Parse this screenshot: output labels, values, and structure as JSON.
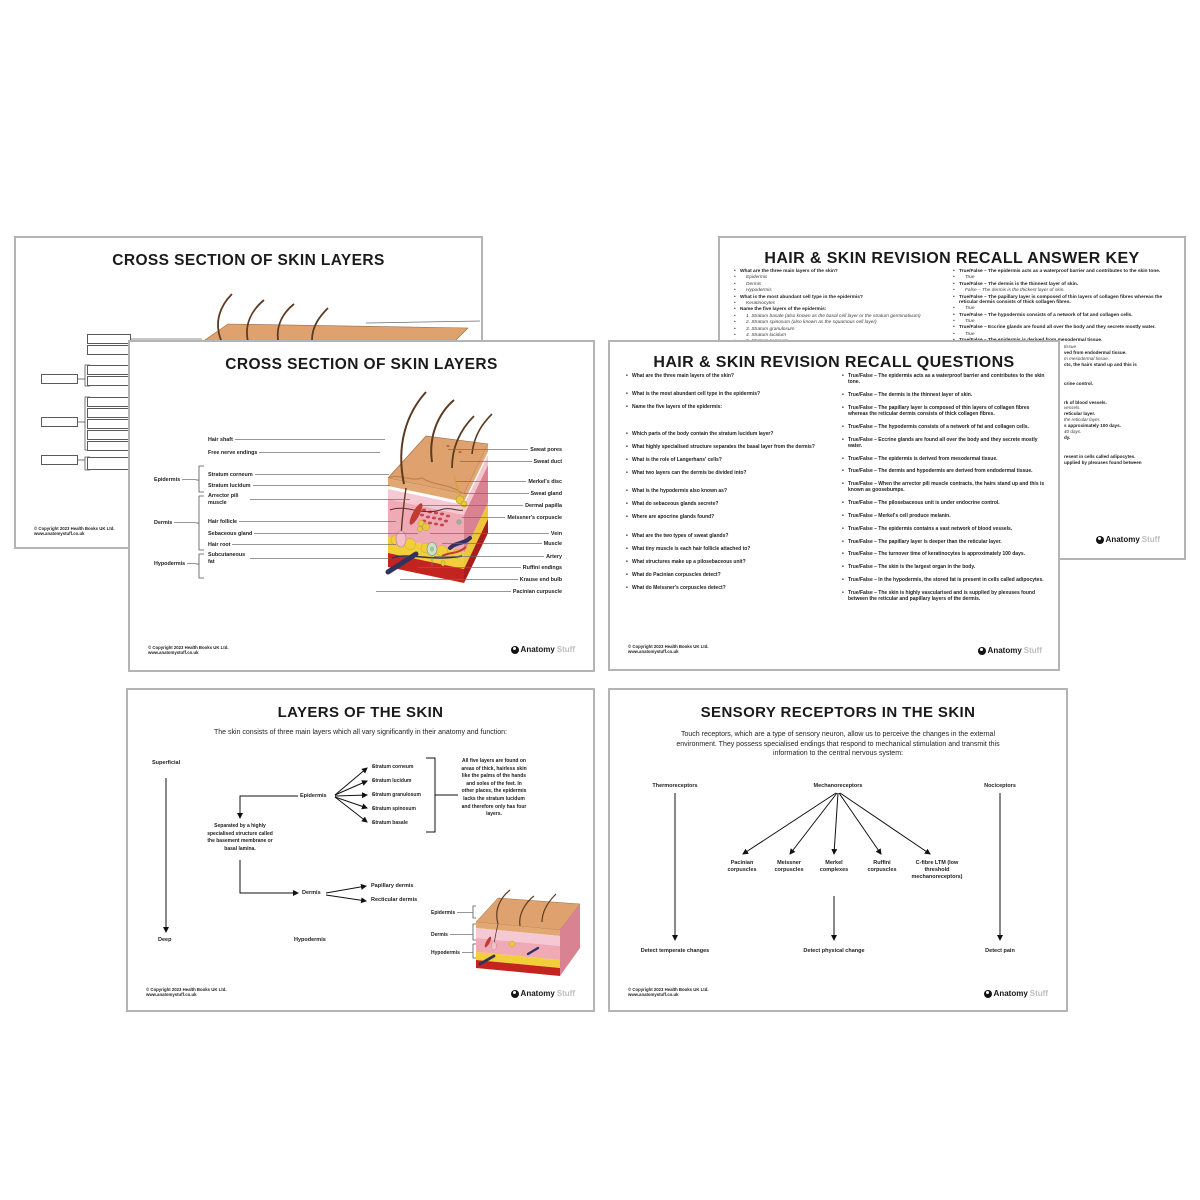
{
  "brand": {
    "logo_anatomy": "Anatomy",
    "logo_stuff": "Stuff"
  },
  "footer": {
    "copyright_line1": "© Copyright 2023 Health Books UK Ltd.",
    "copyright_line2": "www.anatomystuff.co.uk"
  },
  "colors": {
    "page_border": "#b4b4b4",
    "title_text": "#1a1a1a",
    "skin_top_tan": "#dfa26e",
    "epidermis_pink": "#f5c9d3",
    "dermis_pink": "#f0aab6",
    "dermis_side_pink": "#d98392",
    "fat_yellow": "#f2cf3a",
    "base_red": "#c3241f",
    "hair_brown": "#5d3b22",
    "vessel_navy": "#32325e",
    "logo_grey": "#bdbdbd"
  },
  "pages": {
    "blank_worksheet": {
      "title": "CROSS SECTION OF SKIN LAYERS"
    },
    "answer_key": {
      "title": "HAIR & SKIN REVISION RECALL ANSWER KEY",
      "left_items": [
        {
          "text": "What are the three main layers of the skin?",
          "cls": "q"
        },
        {
          "text": "Epidermis",
          "cls": "a"
        },
        {
          "text": "Dermis",
          "cls": "a"
        },
        {
          "text": "Hypodermis",
          "cls": "a"
        },
        {
          "text": "What is the most abundant cell type in the epidermis?",
          "cls": "q"
        },
        {
          "text": "Keratinocytes",
          "cls": "a"
        },
        {
          "text": "Name the five layers of the epidermis:",
          "cls": "q"
        },
        {
          "text": "1. Stratum basale (also known as the basal cell layer or the stratum germinativum)",
          "cls": "a"
        },
        {
          "text": "2. Stratum spinosum (also known as the squamous cell layer)",
          "cls": "a"
        },
        {
          "text": "3. Stratum granulosum",
          "cls": "a"
        },
        {
          "text": "4. Stratum lucidum",
          "cls": "a"
        },
        {
          "text": "5. Stratum corneum",
          "cls": "a"
        }
      ],
      "right_items": [
        {
          "text": "True/False – The epidermis acts as a waterproof barrier and contributes to the skin tone.",
          "cls": "q"
        },
        {
          "text": "True",
          "cls": "a"
        },
        {
          "text": "True/False – The dermis is the thinnest layer of skin.",
          "cls": "q"
        },
        {
          "text": "False – The dermis is the thickest layer of skin.",
          "cls": "a"
        },
        {
          "text": "True/False – The papillary layer is composed of thin layers of collagen fibres whereas the reticular dermis consists of thick collagen fibres.",
          "cls": "q"
        },
        {
          "text": "True",
          "cls": "a"
        },
        {
          "text": "True/False – The hypodermis consists of a network of fat and collagen cells.",
          "cls": "q"
        },
        {
          "text": "True",
          "cls": "a"
        },
        {
          "text": "True/False – Eccrine glands are found all over the body and they secrete mostly water.",
          "cls": "q"
        },
        {
          "text": "True",
          "cls": "a"
        },
        {
          "text": "True/False – The epidermis is derived from mesodermal tissue.",
          "cls": "q"
        }
      ],
      "fragments": [
        {
          "text": "tissue",
          "cls": "a"
        },
        {
          "text": "ved from endodermal tissue.",
          "cls": "q"
        },
        {
          "text": "m mesodermal tissue.",
          "cls": "a"
        },
        {
          "text": "cts, the hairs stand up and this is",
          "cls": "q"
        },
        {
          "text": "crine control.",
          "cls": "q gap"
        },
        {
          "text": "rk of blood vessels.",
          "cls": "q gap"
        },
        {
          "text": "vessels.",
          "cls": "a"
        },
        {
          "text": "reticular layer.",
          "cls": "q"
        },
        {
          "text": "the reticular layer.",
          "cls": "a"
        },
        {
          "text": "s approximately 100 days.",
          "cls": "q"
        },
        {
          "text": "40 days.",
          "cls": "a"
        },
        {
          "text": "dy.",
          "cls": "q"
        },
        {
          "text": "resent in cells called adipocytes.",
          "cls": "q gap"
        },
        {
          "text": "upplied by plexuses found between",
          "cls": "q"
        }
      ]
    },
    "cross_section": {
      "title": "CROSS SECTION OF SKIN LAYERS",
      "group_labels": [
        "Epidermis",
        "Dermis",
        "Hypodermis"
      ],
      "left_labels": [
        "Hair shaft",
        "Free nerve endings",
        "Stratum corneum",
        "Stratum lucidum",
        "Arrector pili muscle",
        "Hair follicle",
        "Sebaceous gland",
        "Hair root",
        "Subcutaneous fat"
      ],
      "right_labels": [
        "Sweat pores",
        "Sweat duct",
        "Merkel's disc",
        "Sweat gland",
        "Dermal papilla",
        "Meissner's corpuscle",
        "Vein",
        "Muscle",
        "Artery",
        "Ruffini endings",
        "Krause end bulb",
        "Pacinian curpuscle"
      ]
    },
    "questions": {
      "title": "HAIR & SKIN REVISION RECALL QUESTIONS",
      "left_questions": [
        {
          "text": "What are the three main layers of the skin?",
          "cls": ""
        },
        {
          "text": "What is the most abundant cell type in the epidermis?",
          "cls": "gap2"
        },
        {
          "text": "Name the five layers of the epidermis:",
          "cls": ""
        },
        {
          "text": "Which parts of the body contain the stratum lucidum layer?",
          "cls": "gap3"
        },
        {
          "text": "What highly specialised structure separates the basal layer from the dermis?",
          "cls": ""
        },
        {
          "text": "What is the role of Langerhans' cells?",
          "cls": ""
        },
        {
          "text": "What two layers can the dermis be divided into?",
          "cls": ""
        },
        {
          "text": "What is the hypodermis also known as?",
          "cls": "gap2"
        },
        {
          "text": "What do sebaceous glands secrete?",
          "cls": ""
        },
        {
          "text": "Where are apocrine glands found?",
          "cls": ""
        },
        {
          "text": "What are the two types of sweat glands?",
          "cls": "gap2"
        },
        {
          "text": "What tiny muscle is each hair follicle attached to?",
          "cls": ""
        },
        {
          "text": "What structures make up a pilosebaceous unit?",
          "cls": ""
        },
        {
          "text": "What do Pacinian corpuscles detect?",
          "cls": ""
        },
        {
          "text": "What do Meissner's corpuscles detect?",
          "cls": ""
        }
      ],
      "right_questions": [
        "True/False – The epidermis acts as a waterproof barrier and contributes to the skin tone.",
        "True/False – The dermis is the thinnest layer of skin.",
        "True/False – The papillary layer is composed of thin layers of collagen fibres whereas the reticular dermis consists of thick collagen fibres.",
        "True/False – The hypodermis consists of a network of fat and collagen cells.",
        "True/False – Eccrine glands are found all over the body and they secrete mostly water.",
        "True/False – The epidermis is derived from mesodermal tissue.",
        "True/False – The dermis and hypodermis are derived from endodermal tissue.",
        "True/False – When the arrector pili muscle contracts, the hairs stand up and this is known as goosebumps.",
        "True/False – The pilosebaceous unit is under endocrine control.",
        "True/False – Merkel's cell produce melanin.",
        "True/False – The epidermis contains a vast network of blood vessels.",
        "True/False – The papillary layer is deeper than the reticular layer.",
        "True/False – The turnover time of keratinocytes is approximately 100 days.",
        "True/False – The skin is the largest organ in the body.",
        "True/False – In the hypodermis, the stored fat is present in cells called adipocytes.",
        "True/False – The skin is highly vascularised and is supplied by plexuses found between the reticular and papillary layers of the dermis."
      ]
    },
    "layers": {
      "title": "LAYERS OF THE SKIN",
      "subtitle": "The skin consists of three main layers which all vary significantly in their anatomy and function:",
      "superficial": "Superficial",
      "deep": "Deep",
      "epidermis": "Epidermis",
      "dermis": "Dermis",
      "hypodermis": "Hypodermis",
      "strata": [
        "Stratum corneum",
        "Stratum lucidum",
        "Stratum granulosum",
        "Stratum spinosum",
        "Stratum basale"
      ],
      "note_five_layers": "All five layers are found on areas of thick, hairless skin like the palms of the hands and soles of the feet. In other places, the epidermis lacks the stratum lucidum and therefore only has four layers.",
      "note_basement": "Separated by a highly specialised structure called the basement membrane or basal lamina.",
      "dermis_children": [
        "Papillary dermis",
        "Recticular dermis"
      ],
      "mini_labels": [
        "Epidermis",
        "Dermis",
        "Hypodermis"
      ]
    },
    "sensory": {
      "title": "SENSORY RECEPTORS IN THE SKIN",
      "subtitle": "Touch receptors, which are a type of sensory neuron, allow us to perceive the changes in the external environment. They possess specialised endings that respond to mechanical stimulation and transmit this information to the central nervous system:",
      "top_nodes": [
        "Thermoreceptors",
        "Mechanoreceptors",
        "Nociceptors"
      ],
      "mechanoreceptors": [
        "Pacinian corpuscles",
        "Meissner corpuscles",
        "Merkel complexes",
        "Ruffini corpuscles",
        "C-fibre LTM (low threshold mechanoreceptors)"
      ],
      "outcomes": [
        "Detect temperate changes",
        "Detect physical change",
        "Detect pain"
      ]
    }
  }
}
